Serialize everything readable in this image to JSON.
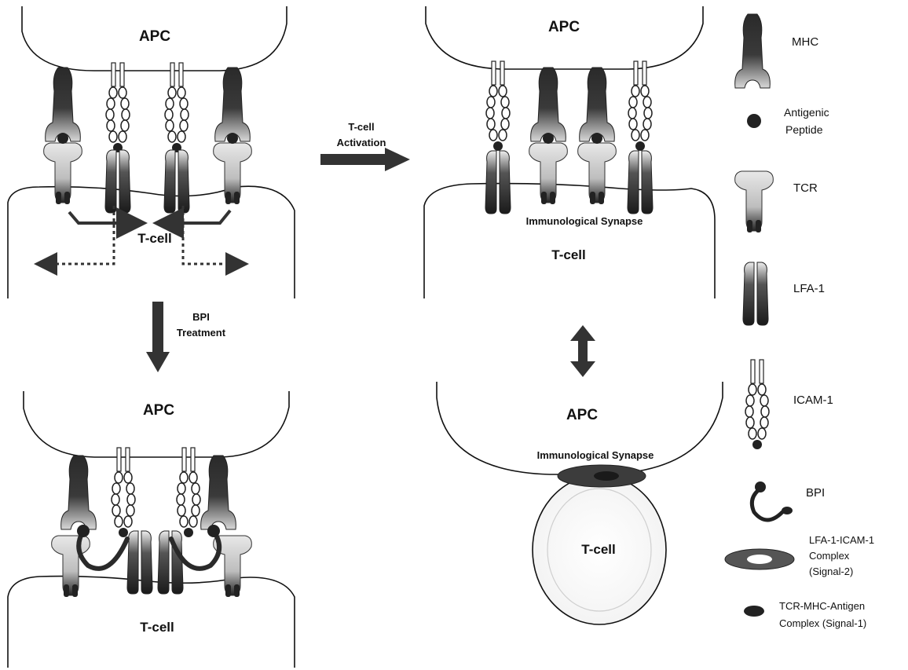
{
  "panels": {
    "top_left": {
      "apc": "APC",
      "tcell": "T-cell"
    },
    "bottom_left": {
      "apc": "APC",
      "tcell": "T-cell"
    },
    "top_right": {
      "apc": "APC",
      "tcell": "T-cell",
      "synapse": "Immunological Synapse"
    },
    "bottom_right": {
      "apc": "APC",
      "tcell": "T-cell",
      "synapse": "Immunological Synapse"
    }
  },
  "arrows": {
    "activation": {
      "line1": "T-cell",
      "line2": "Activation"
    },
    "bpi": {
      "line1": "BPI",
      "line2": "Treatment"
    }
  },
  "legend": {
    "mhc": "MHC",
    "antigenic_peptide": {
      "line1": "Antigenic",
      "line2": "Peptide"
    },
    "tcr": "TCR",
    "lfa1": "LFA-1",
    "icam1": "ICAM-1",
    "bpi": "BPI",
    "lfa_icam_complex": {
      "line1": "LFA-1-ICAM-1",
      "line2": "Complex",
      "line3": "(Signal-2)"
    },
    "tcr_mhc_complex": {
      "line1": "TCR-MHC-Antigen",
      "line2": "Complex (Signal-1)"
    }
  },
  "colors": {
    "ink": "#111111",
    "dark_protein": "#2a2a2a",
    "light_protein": "#cfcfcf",
    "arrow": "#222222"
  }
}
